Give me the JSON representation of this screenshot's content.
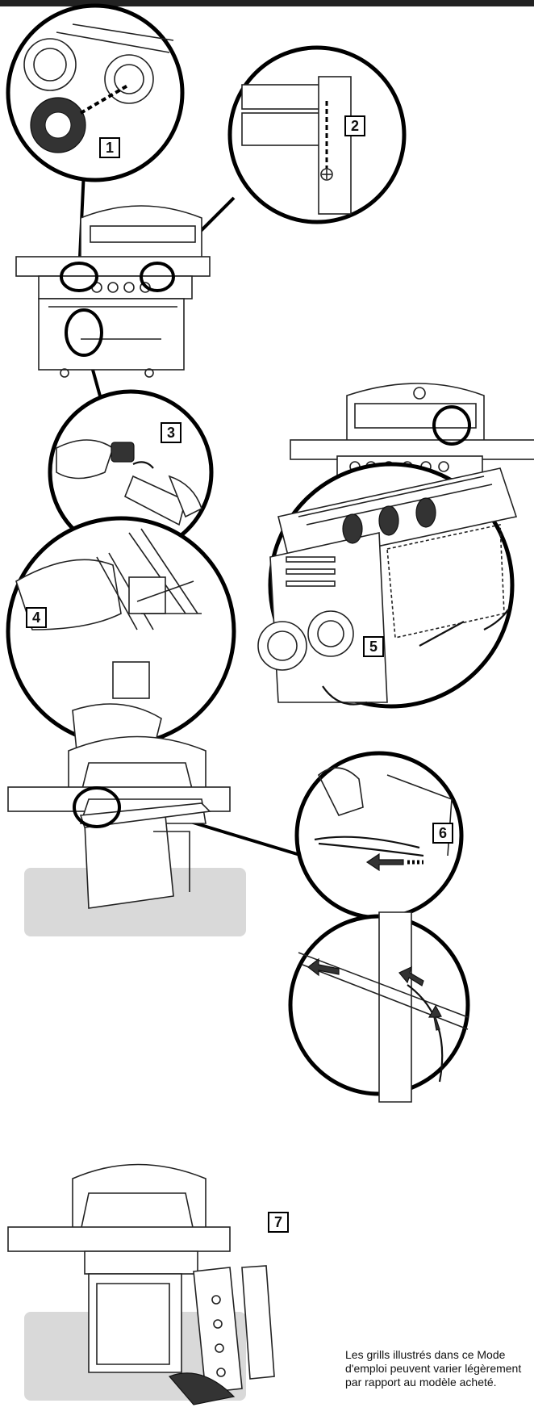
{
  "steps": [
    "1",
    "2",
    "3",
    "4",
    "5",
    "6",
    "7"
  ],
  "icons": [
    "knob-icon",
    "screw-icon",
    "connector-icon",
    "arrow-icon",
    "grill-icon"
  ],
  "caption": "Les grills illustrés dans ce Mode d'emploi peuvent varier légèrement par rapport au modèle acheté.",
  "colors": {
    "line": "#111111",
    "floor_shade": "#d9d9d9",
    "top_bar": "#222222"
  }
}
